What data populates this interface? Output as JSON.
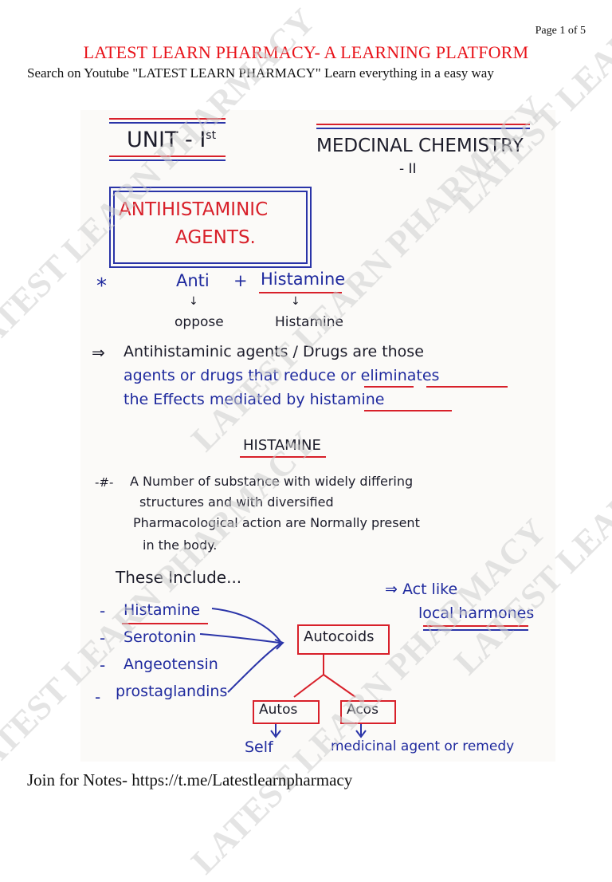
{
  "header": {
    "page_number": "Page 1 of 5",
    "title": "LATEST LEARN PHARMACY- A LEARNING PLATFORM",
    "subtitle": "Search on Youtube \"LATEST LEARN PHARMACY\" Learn everything in a easy way"
  },
  "footer": {
    "join_text": "Join for Notes- https://t.me/Latestlearnpharmacy"
  },
  "watermark": {
    "text": "LATEST LEARN PHARMACY"
  },
  "notes": {
    "unit": "UNIT - I",
    "unit_sup": "st",
    "subject_line1": "MEDCINAL CHEMISTRY",
    "subject_line2": "- II",
    "topic_line1": "ANTIHISTAMINIC",
    "topic_line2": "AGENTS.",
    "bullet": "*",
    "word_anti": "Anti",
    "plus": "+",
    "word_histamine": "Histamine",
    "arrow_down": "↓",
    "oppose": "oppose",
    "histamine_meaning": "Histamine",
    "def_arrow": "⇒",
    "def_line1": "Antihistaminic agents / Drugs are those",
    "def_line2": "agents or drugs that reduce or eliminates",
    "def_line3": "the Effects mediated by histamine",
    "section_heading": "HISTAMINE",
    "para_mark": "-#-",
    "para_line1": "A Number of substance with widely differing",
    "para_line2": "structures and with diversified",
    "para_line3": "Pharmacological action are Normally present",
    "para_line4": "in the body.",
    "these_include": "These Include...",
    "list": [
      "Histamine",
      "Serotonin",
      "Angeotensin",
      "prostaglandins"
    ],
    "act_like_line1": "⇒ Act like",
    "act_like_line2": "local harmones",
    "autocoids": "Autocoids",
    "autos": "Autos",
    "acos": "Acos",
    "self": "Self",
    "medicinal": "medicinal agent or remedy"
  }
}
